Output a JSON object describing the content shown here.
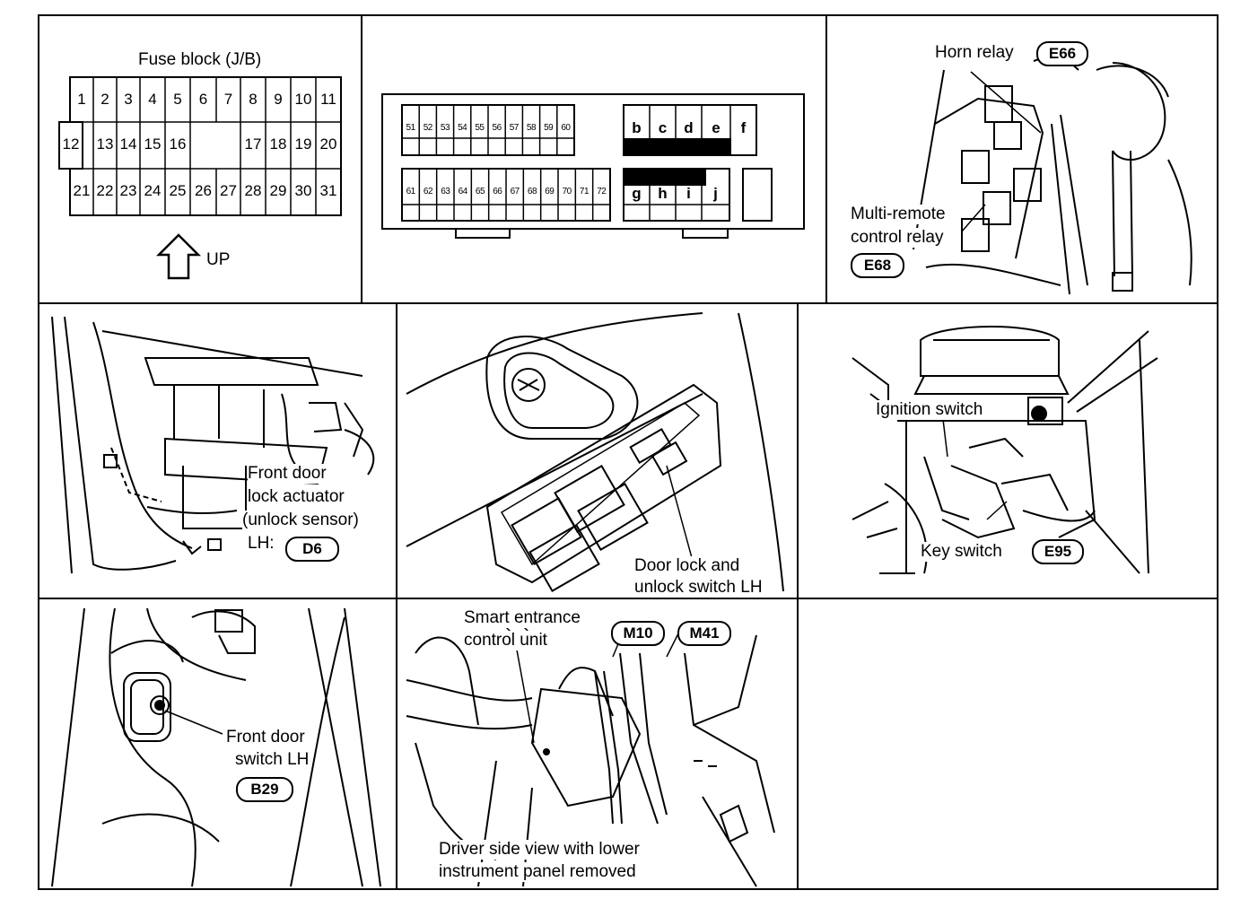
{
  "fuse_block": {
    "title": "Fuse block (J/B)",
    "row1": [
      "1",
      "2",
      "3",
      "4",
      "5",
      "6",
      "7",
      "8",
      "9",
      "10",
      "11"
    ],
    "row2": [
      "12",
      "13",
      "14",
      "15",
      "16",
      "",
      "",
      "17",
      "18",
      "19",
      "20"
    ],
    "row3": [
      "21",
      "22",
      "23",
      "24",
      "25",
      "26",
      "27",
      "28",
      "29",
      "30",
      "31"
    ],
    "up_label": "UP"
  },
  "relay_block": {
    "row1": [
      "51",
      "52",
      "53",
      "54",
      "55",
      "56",
      "57",
      "58",
      "59",
      "60"
    ],
    "row2": [
      "61",
      "62",
      "63",
      "64",
      "65",
      "66",
      "67",
      "68",
      "69",
      "70",
      "71",
      "72"
    ],
    "letters_top": [
      "b",
      "c",
      "d",
      "e",
      "f"
    ],
    "letters_bottom": [
      "g",
      "h",
      "i",
      "j"
    ]
  },
  "engine_relays": {
    "horn_relay_label": "Horn relay",
    "horn_relay_connector": "E66",
    "multi_remote_label_1": "Multi-remote",
    "multi_remote_label_2": "control relay",
    "multi_remote_connector": "E68"
  },
  "door_actuator": {
    "label_1": "Front door",
    "label_2": "lock actuator",
    "label_3": "(unlock sensor)",
    "label_4": "LH:",
    "connector": "D6"
  },
  "door_lock_switch": {
    "label_1": "Door lock and",
    "label_2": "unlock switch LH"
  },
  "ignition": {
    "ignition_label": "Ignition switch",
    "key_switch_label": "Key switch",
    "connector": "E95"
  },
  "door_switch": {
    "label_1": "Front door",
    "label_2": "switch LH",
    "connector": "B29"
  },
  "smart_entrance": {
    "label_1": "Smart entrance",
    "label_2": "control unit",
    "connector_1": "M10",
    "connector_2": "M41",
    "caption_1": "Driver side view with lower",
    "caption_2": "instrument panel removed"
  }
}
